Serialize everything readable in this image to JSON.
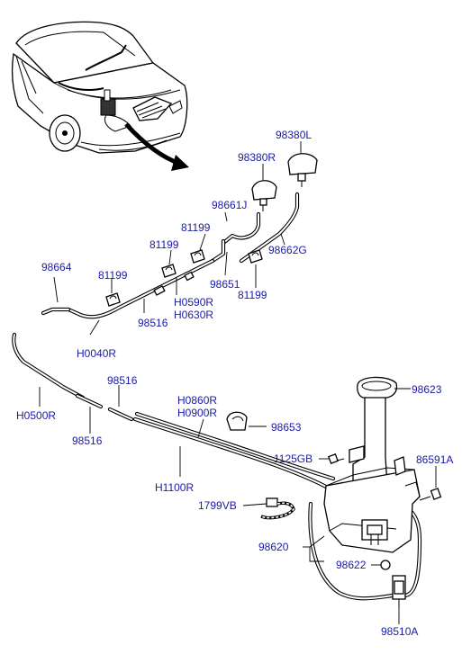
{
  "diagram": {
    "labels": {
      "p98380L": "98380L",
      "p98380R": "98380R",
      "p98661J": "98661J",
      "p81199a": "81199",
      "p81199b": "81199",
      "p81199c": "81199",
      "p81199d": "81199",
      "p98662G": "98662G",
      "p98664": "98664",
      "p98651": "98651",
      "pH0590R": "H0590R",
      "pH0630R": "H0630R",
      "p98516a": "98516",
      "pH0040R": "H0040R",
      "pH0500R": "H0500R",
      "p98516b": "98516",
      "p98516c": "98516",
      "pH0860R": "H0860R",
      "pH0900R": "H0900R",
      "p98653": "98653",
      "p98623": "98623",
      "p1125GB": "1125GB",
      "p86591A": "86591A",
      "pH1100R": "H1100R",
      "p1799VB": "1799VB",
      "p98620": "98620",
      "p98622": "98622",
      "p98510A": "98510A"
    }
  }
}
